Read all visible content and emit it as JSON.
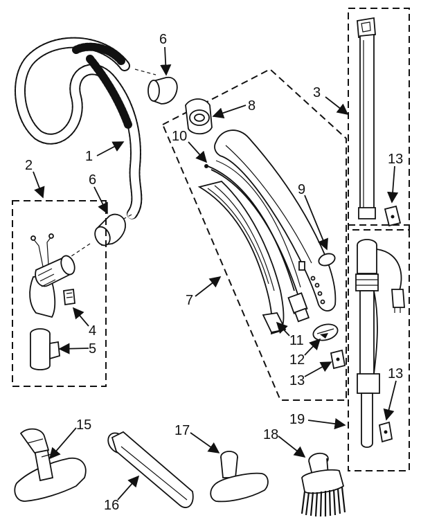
{
  "callouts": [
    {
      "id": "1",
      "label": "1"
    },
    {
      "id": "2",
      "label": "2"
    },
    {
      "id": "3",
      "label": "3"
    },
    {
      "id": "4",
      "label": "4"
    },
    {
      "id": "5",
      "label": "5"
    },
    {
      "id": "6a",
      "label": "6"
    },
    {
      "id": "6b",
      "label": "6"
    },
    {
      "id": "7",
      "label": "7"
    },
    {
      "id": "8",
      "label": "8"
    },
    {
      "id": "9",
      "label": "9"
    },
    {
      "id": "10",
      "label": "10"
    },
    {
      "id": "11",
      "label": "11"
    },
    {
      "id": "12",
      "label": "12"
    },
    {
      "id": "13a",
      "label": "13"
    },
    {
      "id": "13b",
      "label": "13"
    },
    {
      "id": "13c",
      "label": "13"
    },
    {
      "id": "15",
      "label": "15"
    },
    {
      "id": "16",
      "label": "16"
    },
    {
      "id": "17",
      "label": "17"
    },
    {
      "id": "18",
      "label": "18"
    },
    {
      "id": "19",
      "label": "19"
    }
  ],
  "style": {
    "ink": "#111111",
    "paper": "#ffffff"
  }
}
